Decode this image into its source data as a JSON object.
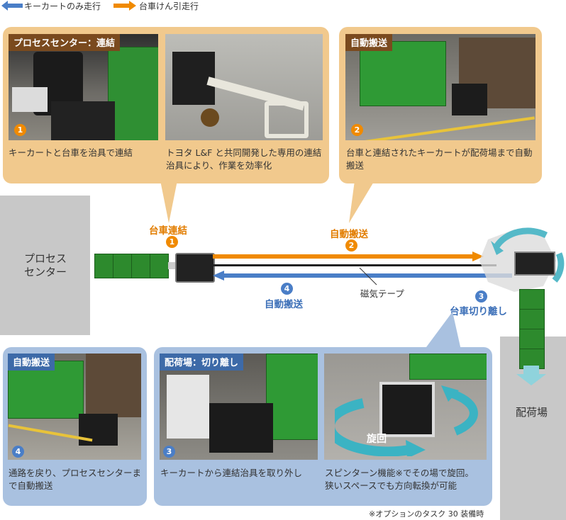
{
  "legend": {
    "blue_label": "キーカートのみ走行",
    "orange_label": "台車けん引走行"
  },
  "colors": {
    "orange": "#f08a00",
    "blue": "#4a7ec7",
    "tan_panel": "#f1c98d",
    "blue_panel": "#a9c1e0",
    "crate_green": "#2d8a2d"
  },
  "panel_top_left": {
    "badge": "プロセスセンター：連結",
    "number": "1",
    "caption_left": "キーカートと台車を治具で連結",
    "caption_right": "トヨタ L&F と共同開発した専用の連結治具により、作業を効率化"
  },
  "panel_top_right": {
    "badge": "自動搬送",
    "number": "2",
    "caption": "台車と連結されたキーカートが配荷場まで自動搬送"
  },
  "diagram": {
    "process_center": "プロセスセンター",
    "shipping_area": "配荷場",
    "step1_label": "台車連結",
    "step1_num": "1",
    "step2_label": "自動搬送",
    "step2_num": "2",
    "step3_label": "台車切り離し",
    "step3_num": "3",
    "step4_label": "自動搬送",
    "step4_num": "4",
    "tape_label": "磁気テープ"
  },
  "panel_bottom_left": {
    "badge": "自動搬送",
    "number": "4",
    "caption": "通路を戻り、プロセスセンターまで自動搬送"
  },
  "panel_bottom_right": {
    "badge": "配荷場：切り離し",
    "number": "3",
    "caption_left": "キーカートから連結治具を取り外し",
    "caption_right_line1": "スピンターン機能※でその場で旋回。",
    "caption_right_line2": "狭いスペースでも方向転換が可能",
    "rotate_label": "旋回"
  },
  "footnote": "※オプションのタスク 30 装備時"
}
